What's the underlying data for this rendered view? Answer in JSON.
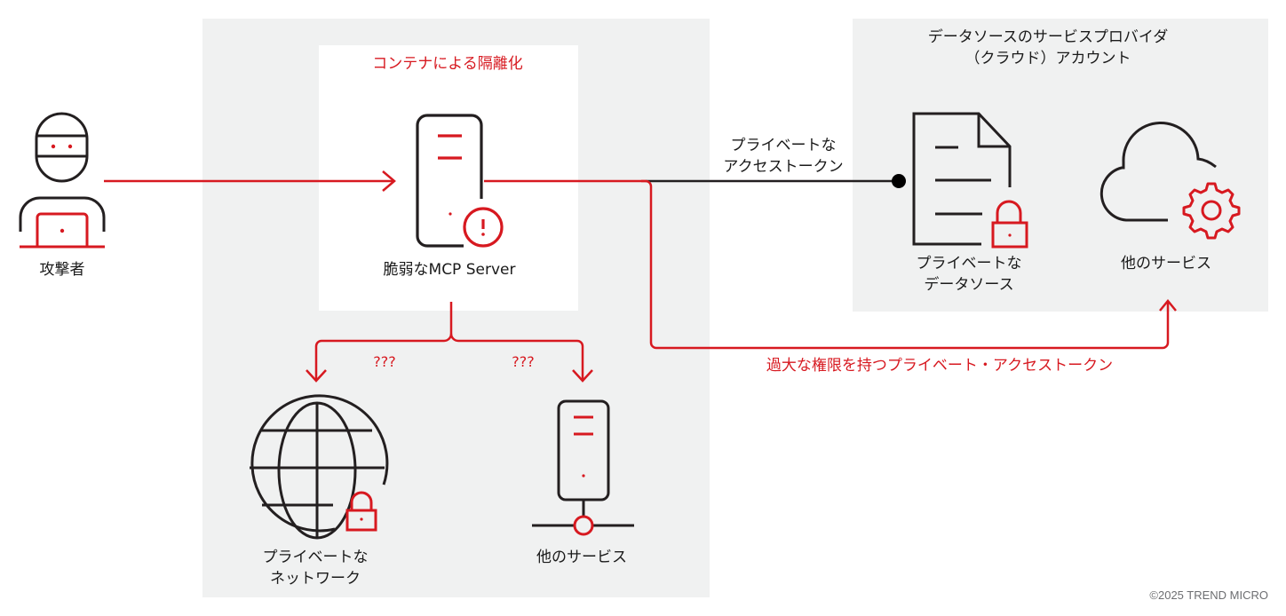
{
  "colors": {
    "accent": "#d71920",
    "stroke": "#231f20",
    "panel": "#f0f1f1",
    "copyright": "#6d6e71"
  },
  "attacker": {
    "label": "攻撃者",
    "icon": "hacker-laptop-icon"
  },
  "container": {
    "title": "コンテナによる隔離化",
    "server_label": "脆弱なMCP Server",
    "server_icon": "server-warning-icon"
  },
  "branches": {
    "left_question": "???",
    "right_question": "???"
  },
  "private_network": {
    "label_line1": "プライベートな",
    "label_line2": "ネットワーク",
    "icon": "globe-lock-icon"
  },
  "other_service_local": {
    "label": "他のサービス",
    "icon": "server-network-icon"
  },
  "token_link": {
    "label_line1": "プライベートな",
    "label_line2": "アクセストークン"
  },
  "provider": {
    "title_line1": "データソースのサービスプロバイダ",
    "title_line2": "（クラウド）アカウント",
    "data_source": {
      "label_line1": "プライベートな",
      "label_line2": "データソース",
      "icon": "document-lock-icon"
    },
    "other_service": {
      "label": "他のサービス",
      "icon": "cloud-gear-icon"
    }
  },
  "overprivileged_token": {
    "label": "過大な権限を持つプライベート・アクセストークン"
  },
  "copyright": "©2025 TREND MICRO"
}
